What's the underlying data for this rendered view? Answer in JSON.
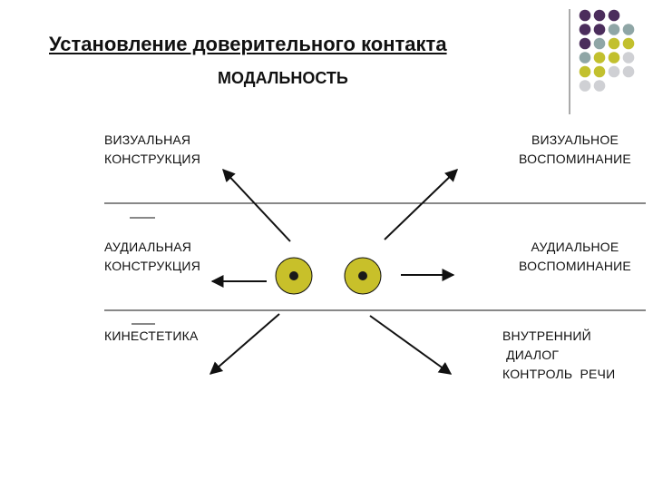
{
  "header": {
    "title": "Установление доверительного контакта",
    "subtitle": "МОДАЛЬНОСТЬ"
  },
  "labels": {
    "visual_construction": "ВИЗУАЛЬНАЯ\nКОНСТРУКЦИЯ",
    "visual_memory": "ВИЗУАЛЬНОЕ\nВОСПОМИНАНИЕ",
    "audial_construction": "АУДИАЛЬНАЯ\nКОНСТРУКЦИЯ",
    "audial_memory": "АУДИАЛЬНОЕ\nВОСПОМИНАНИЕ",
    "kinesthetic": "КИНЕСТЕТИКА",
    "inner_dialog": "ВНУТРЕННИЙ\n ДИАЛОГ\nКОНТРОЛЬ  РЕЧИ"
  },
  "colors": {
    "eye_fill": "#c8c02a",
    "pupil": "#1a1a1a",
    "dot_purple": "#4b2d5c",
    "dot_teal": "#8fa6a6",
    "dot_yellow": "#c2c02e",
    "dot_grey": "#cfd0d4"
  },
  "decor": {
    "dots": [
      [
        "purple",
        "purple",
        "purple"
      ],
      [
        "purple",
        "purple",
        "teal",
        "teal"
      ],
      [
        "purple",
        "teal",
        "yellow",
        "yellow"
      ],
      [
        "teal",
        "yellow",
        "yellow",
        "grey"
      ],
      [
        "yellow",
        "yellow",
        "grey",
        "grey"
      ],
      [
        "grey",
        "grey"
      ]
    ]
  }
}
